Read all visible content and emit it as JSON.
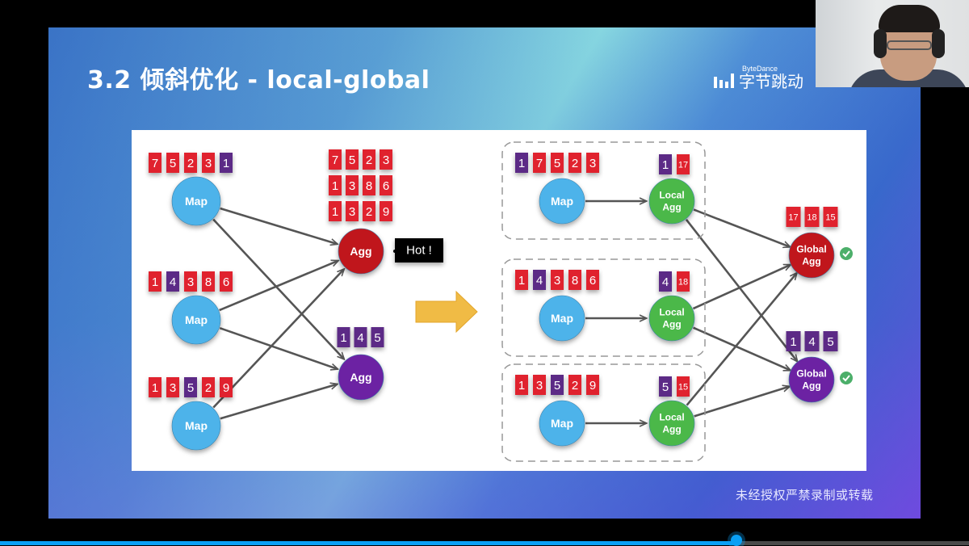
{
  "slide": {
    "title": "3.2 倾斜优化 - local-global",
    "logo": {
      "en": "ByteDance",
      "cn": "字节跳动"
    },
    "watermark": "未经授权严禁录制或转载"
  },
  "colors": {
    "red": "#e0202e",
    "purple": "#5b2a86",
    "map_blue": "#4db3ea",
    "agg_red": "#c0161f",
    "agg_purple": "#6c22a3",
    "local_green": "#4cb84a",
    "arrow_gold": "#f0bb45",
    "check_green": "#4caf6a"
  },
  "diagram": {
    "before": {
      "maps": [
        {
          "label": "Map",
          "keys": [
            {
              "v": "7",
              "c": "red"
            },
            {
              "v": "5",
              "c": "red"
            },
            {
              "v": "2",
              "c": "red"
            },
            {
              "v": "3",
              "c": "red"
            },
            {
              "v": "1",
              "c": "purple"
            }
          ]
        },
        {
          "label": "Map",
          "keys": [
            {
              "v": "1",
              "c": "red"
            },
            {
              "v": "4",
              "c": "purple"
            },
            {
              "v": "3",
              "c": "red"
            },
            {
              "v": "8",
              "c": "red"
            },
            {
              "v": "6",
              "c": "red"
            }
          ]
        },
        {
          "label": "Map",
          "keys": [
            {
              "v": "1",
              "c": "red"
            },
            {
              "v": "3",
              "c": "red"
            },
            {
              "v": "5",
              "c": "purple"
            },
            {
              "v": "2",
              "c": "red"
            },
            {
              "v": "9",
              "c": "red"
            }
          ]
        }
      ],
      "aggs": [
        {
          "label": "Agg",
          "color": "agg_red",
          "rows": [
            [
              "7",
              "5",
              "2",
              "3"
            ],
            [
              "1",
              "3",
              "8",
              "6"
            ],
            [
              "1",
              "3",
              "2",
              "9"
            ]
          ],
          "key_color": "red",
          "badge": "Hot !"
        },
        {
          "label": "Agg",
          "color": "agg_purple",
          "rows": [
            [
              "1",
              "4",
              "5"
            ]
          ],
          "key_color": "purple"
        }
      ]
    },
    "after": {
      "groups": [
        {
          "map_label": "Map",
          "keys": [
            {
              "v": "1",
              "c": "purple"
            },
            {
              "v": "7",
              "c": "red"
            },
            {
              "v": "5",
              "c": "red"
            },
            {
              "v": "2",
              "c": "red"
            },
            {
              "v": "3",
              "c": "red"
            }
          ],
          "local_label": [
            "Local",
            "Agg"
          ],
          "local_keys": [
            {
              "v": "1",
              "c": "purple"
            },
            {
              "v": "17",
              "c": "red"
            }
          ]
        },
        {
          "map_label": "Map",
          "keys": [
            {
              "v": "1",
              "c": "red"
            },
            {
              "v": "4",
              "c": "purple"
            },
            {
              "v": "3",
              "c": "red"
            },
            {
              "v": "8",
              "c": "red"
            },
            {
              "v": "6",
              "c": "red"
            }
          ],
          "local_label": [
            "Local",
            "Agg"
          ],
          "local_keys": [
            {
              "v": "4",
              "c": "purple"
            },
            {
              "v": "18",
              "c": "red"
            }
          ]
        },
        {
          "map_label": "Map",
          "keys": [
            {
              "v": "1",
              "c": "red"
            },
            {
              "v": "3",
              "c": "red"
            },
            {
              "v": "5",
              "c": "purple"
            },
            {
              "v": "2",
              "c": "red"
            },
            {
              "v": "9",
              "c": "red"
            }
          ],
          "local_label": [
            "Local",
            "Agg"
          ],
          "local_keys": [
            {
              "v": "5",
              "c": "purple"
            },
            {
              "v": "15",
              "c": "red"
            }
          ]
        }
      ],
      "globals": [
        {
          "label": [
            "Global",
            "Agg"
          ],
          "color": "agg_red",
          "keys": [
            {
              "v": "17",
              "c": "red"
            },
            {
              "v": "18",
              "c": "red"
            },
            {
              "v": "15",
              "c": "red"
            }
          ],
          "status": "check"
        },
        {
          "label": [
            "Global",
            "Agg"
          ],
          "color": "agg_purple",
          "keys": [
            {
              "v": "1",
              "c": "purple"
            },
            {
              "v": "4",
              "c": "purple"
            },
            {
              "v": "5",
              "c": "purple"
            }
          ],
          "status": "check"
        }
      ]
    }
  },
  "player": {
    "progress": 0.76
  }
}
